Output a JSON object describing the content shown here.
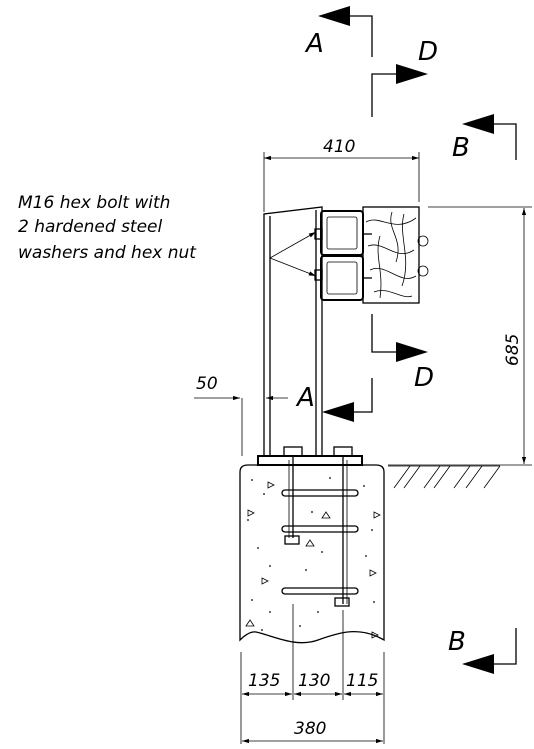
{
  "drawing": {
    "note": {
      "line1": "M16 hex bolt with",
      "line2": "2 hardened steel",
      "line3": "washers and hex nut"
    },
    "dimensions": {
      "overall_width": "410",
      "height": "685",
      "flange_offset": "50",
      "foot_left": "135",
      "foot_mid": "130",
      "foot_right": "115",
      "foot_total": "380"
    },
    "sections": {
      "a_top": "A",
      "a_bottom": "A",
      "b_top": "B",
      "b_bottom": "B",
      "d_top": "D",
      "d_bottom": "D"
    }
  }
}
